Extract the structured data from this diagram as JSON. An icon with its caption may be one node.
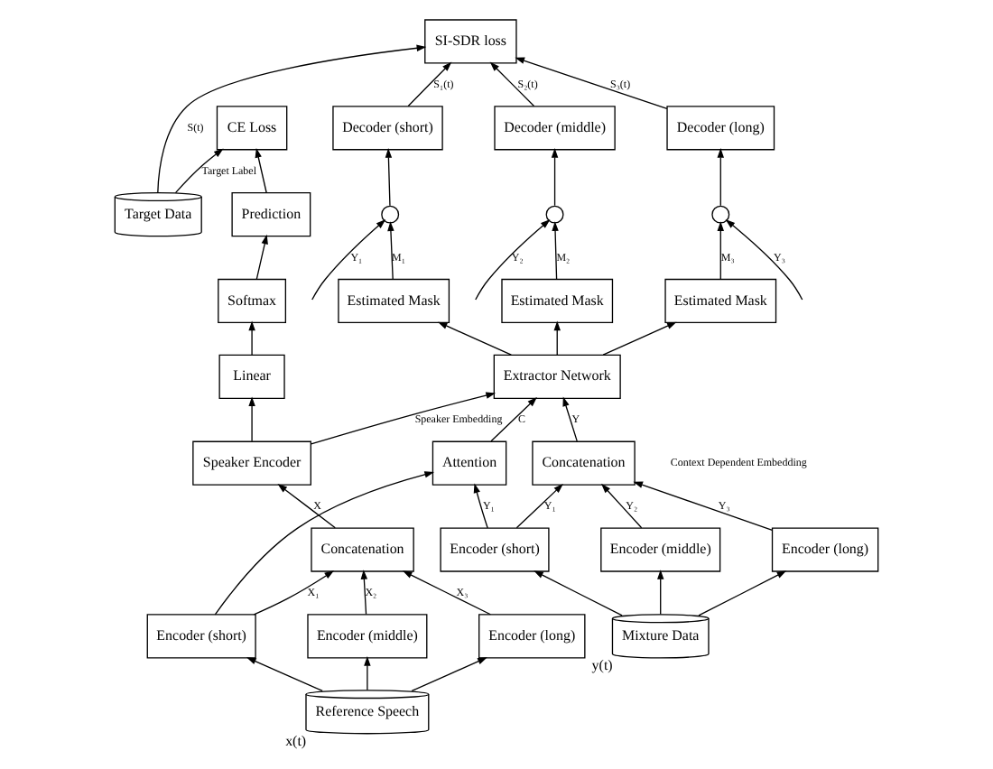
{
  "diagram": {
    "nodes": [
      {
        "text": [
          "SI-SDR loss"
        ]
      },
      {
        "text": [
          "Decoder (short)"
        ]
      },
      {
        "text": [
          "Decoder (middle)"
        ]
      },
      {
        "text": [
          "Decoder (long)"
        ]
      },
      {
        "text": [],
        "shape": "circle"
      },
      {
        "text": [],
        "shape": "circle"
      },
      {
        "text": [],
        "shape": "circle"
      },
      {
        "text": [
          "Estimated Mask"
        ]
      },
      {
        "text": [
          "Estimated Mask"
        ]
      },
      {
        "text": [
          "Estimated Mask"
        ]
      },
      {
        "text": [
          "Extractor Network"
        ]
      },
      {
        "text": [
          "Concatenation"
        ]
      },
      {
        "text": [
          "Encoder (short)"
        ]
      },
      {
        "text": [
          "Encoder (middle)"
        ]
      },
      {
        "text": [
          "Encoder (long)"
        ]
      },
      {
        "text": [
          "Mixture Data"
        ],
        "beside": [
          "y(t)"
        ]
      },
      {
        "text": [
          "Target Data"
        ]
      },
      {
        "text": [
          "CE Loss"
        ]
      },
      {
        "text": [
          "Prediction"
        ]
      },
      {
        "text": [
          "Softmax"
        ]
      },
      {
        "text": [
          "Linear"
        ]
      },
      {
        "text": [
          "Speaker Encoder"
        ]
      },
      {
        "text": [
          "Concatenation"
        ]
      },
      {
        "text": [
          "Encoder (short)"
        ]
      },
      {
        "text": [
          "Encoder (middle)"
        ]
      },
      {
        "text": [
          "Encoder (long)"
        ]
      },
      {
        "text": [
          "Reference Speech"
        ],
        "beside": [
          "x(t)"
        ]
      },
      {
        "text": [
          "Attention"
        ]
      }
    ],
    "edges": [
      {
        "from": 1,
        "to": 0,
        "arrow": "to",
        "label": "S₁(t)"
      },
      {
        "from": 2,
        "to": 0,
        "arrow": "to",
        "label": "S₂(t)"
      },
      {
        "from": 3,
        "to": 0,
        "arrow": "to",
        "label": "S₃(t)"
      },
      {
        "from": 4,
        "to": 1,
        "arrow": "to"
      },
      {
        "from": 5,
        "to": 2,
        "arrow": "to"
      },
      {
        "from": 6,
        "to": 3,
        "arrow": "to"
      },
      {
        "from": null,
        "to": 4,
        "arrow": "to",
        "label": "Y₁"
      },
      {
        "from": null,
        "to": 5,
        "arrow": "to",
        "label": "Y₂"
      },
      {
        "from": null,
        "to": 6,
        "arrow": "to",
        "label": "Y₃"
      },
      {
        "from": 7,
        "to": 4,
        "arrow": "to",
        "label": "M₁"
      },
      {
        "from": 8,
        "to": 5,
        "arrow": "to",
        "label": "M₂"
      },
      {
        "from": 9,
        "to": 6,
        "arrow": "to",
        "label": "M₃"
      },
      {
        "from": 10,
        "to": 7,
        "arrow": "to"
      },
      {
        "from": 10,
        "to": 8,
        "arrow": "to"
      },
      {
        "from": 10,
        "to": 9,
        "arrow": "to"
      },
      {
        "from": 11,
        "to": 10,
        "arrow": "to",
        "label": "Y"
      },
      {
        "from": 12,
        "to": 11,
        "arrow": "to",
        "label": "Y₁"
      },
      {
        "from": 13,
        "to": 11,
        "arrow": "to",
        "label": "Y₂"
      },
      {
        "from": 14,
        "to": 11,
        "arrow": "to",
        "label": "Y₃"
      },
      {
        "from": 15,
        "to": 12,
        "arrow": "to"
      },
      {
        "from": 15,
        "to": 13,
        "arrow": "to"
      },
      {
        "from": 15,
        "to": 14,
        "arrow": "to"
      },
      {
        "from": 12,
        "to": 27,
        "arrow": "to",
        "label": "Y₁"
      },
      {
        "from": 27,
        "to": 10,
        "arrow": "to",
        "label": "C"
      },
      {
        "from": 21,
        "to": 10,
        "arrow": "to",
        "label": "Speaker Embedding"
      },
      {
        "from": 16,
        "to": 0,
        "arrow": "to",
        "label": "S(t)"
      },
      {
        "from": 16,
        "to": 17,
        "arrow": "to",
        "label": "Target Label"
      },
      {
        "from": 18,
        "to": 17,
        "arrow": "to"
      },
      {
        "from": 19,
        "to": 18,
        "arrow": "to"
      },
      {
        "from": 20,
        "to": 19,
        "arrow": "to"
      },
      {
        "from": 21,
        "to": 20,
        "arrow": "to"
      },
      {
        "from": 22,
        "to": 21,
        "arrow": "to",
        "label": "X"
      },
      {
        "from": 23,
        "to": 22,
        "arrow": "to",
        "label": "X₁"
      },
      {
        "from": 24,
        "to": 22,
        "arrow": "to",
        "label": "X₂"
      },
      {
        "from": 25,
        "to": 22,
        "arrow": "to",
        "label": "X₃"
      },
      {
        "from": 23,
        "to": 27,
        "arrow": "to"
      },
      {
        "from": 26,
        "to": 23,
        "arrow": "to"
      },
      {
        "from": 26,
        "to": 24,
        "arrow": "to"
      },
      {
        "from": 26,
        "to": 25,
        "arrow": "to"
      }
    ],
    "labels": [
      "Context Dependent Embedding"
    ]
  }
}
